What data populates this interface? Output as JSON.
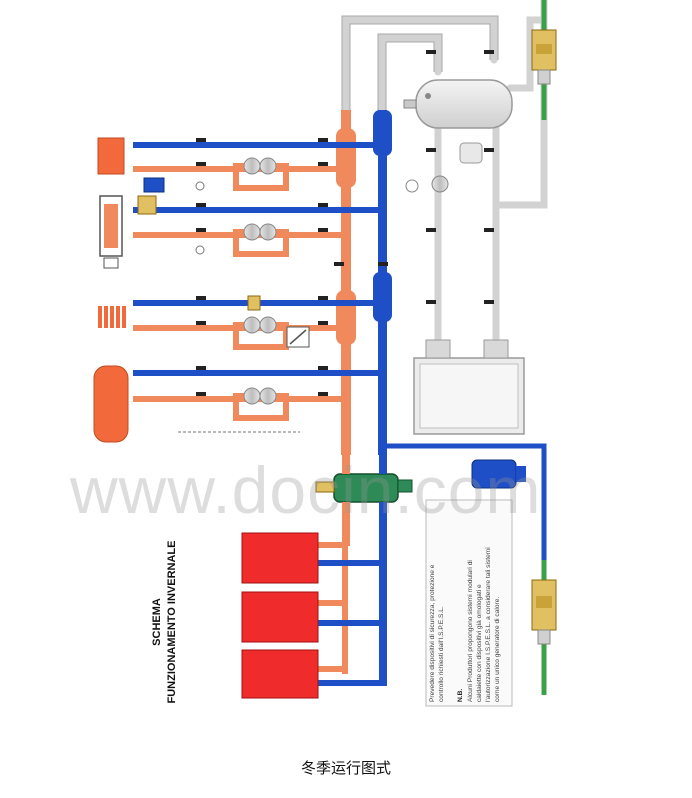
{
  "diagram": {
    "title_line1": "SCHEMA",
    "title_line2": "FUNZIONAMENTO INVERNALE",
    "note_line1": "Prevedere dispositivi di sicurezza, protezione e",
    "note_line2": "controllo richiesti dall'I.S.P.E.S.L.",
    "nb_label": "N.B.",
    "nb_line1": "Alcuni Produttori propongono sistemi modulari di",
    "nb_line2": "caldaiette con dispositivi già omologati e",
    "nb_line3": "l'autorizzazione I.S.P.E.S.L. a considerare tali sistemi",
    "nb_line4": "come un unico generatore di calore.",
    "watermark": "www.docin.com",
    "caption": "冬季运行图式"
  },
  "colors": {
    "hot": "#f08a5d",
    "cold": "#1f4fc6",
    "boiler": "#ef2b2b",
    "grey_pipe": "#d4d4d4",
    "green_pipe": "#3aa04a",
    "separator": "#2e8b57"
  }
}
